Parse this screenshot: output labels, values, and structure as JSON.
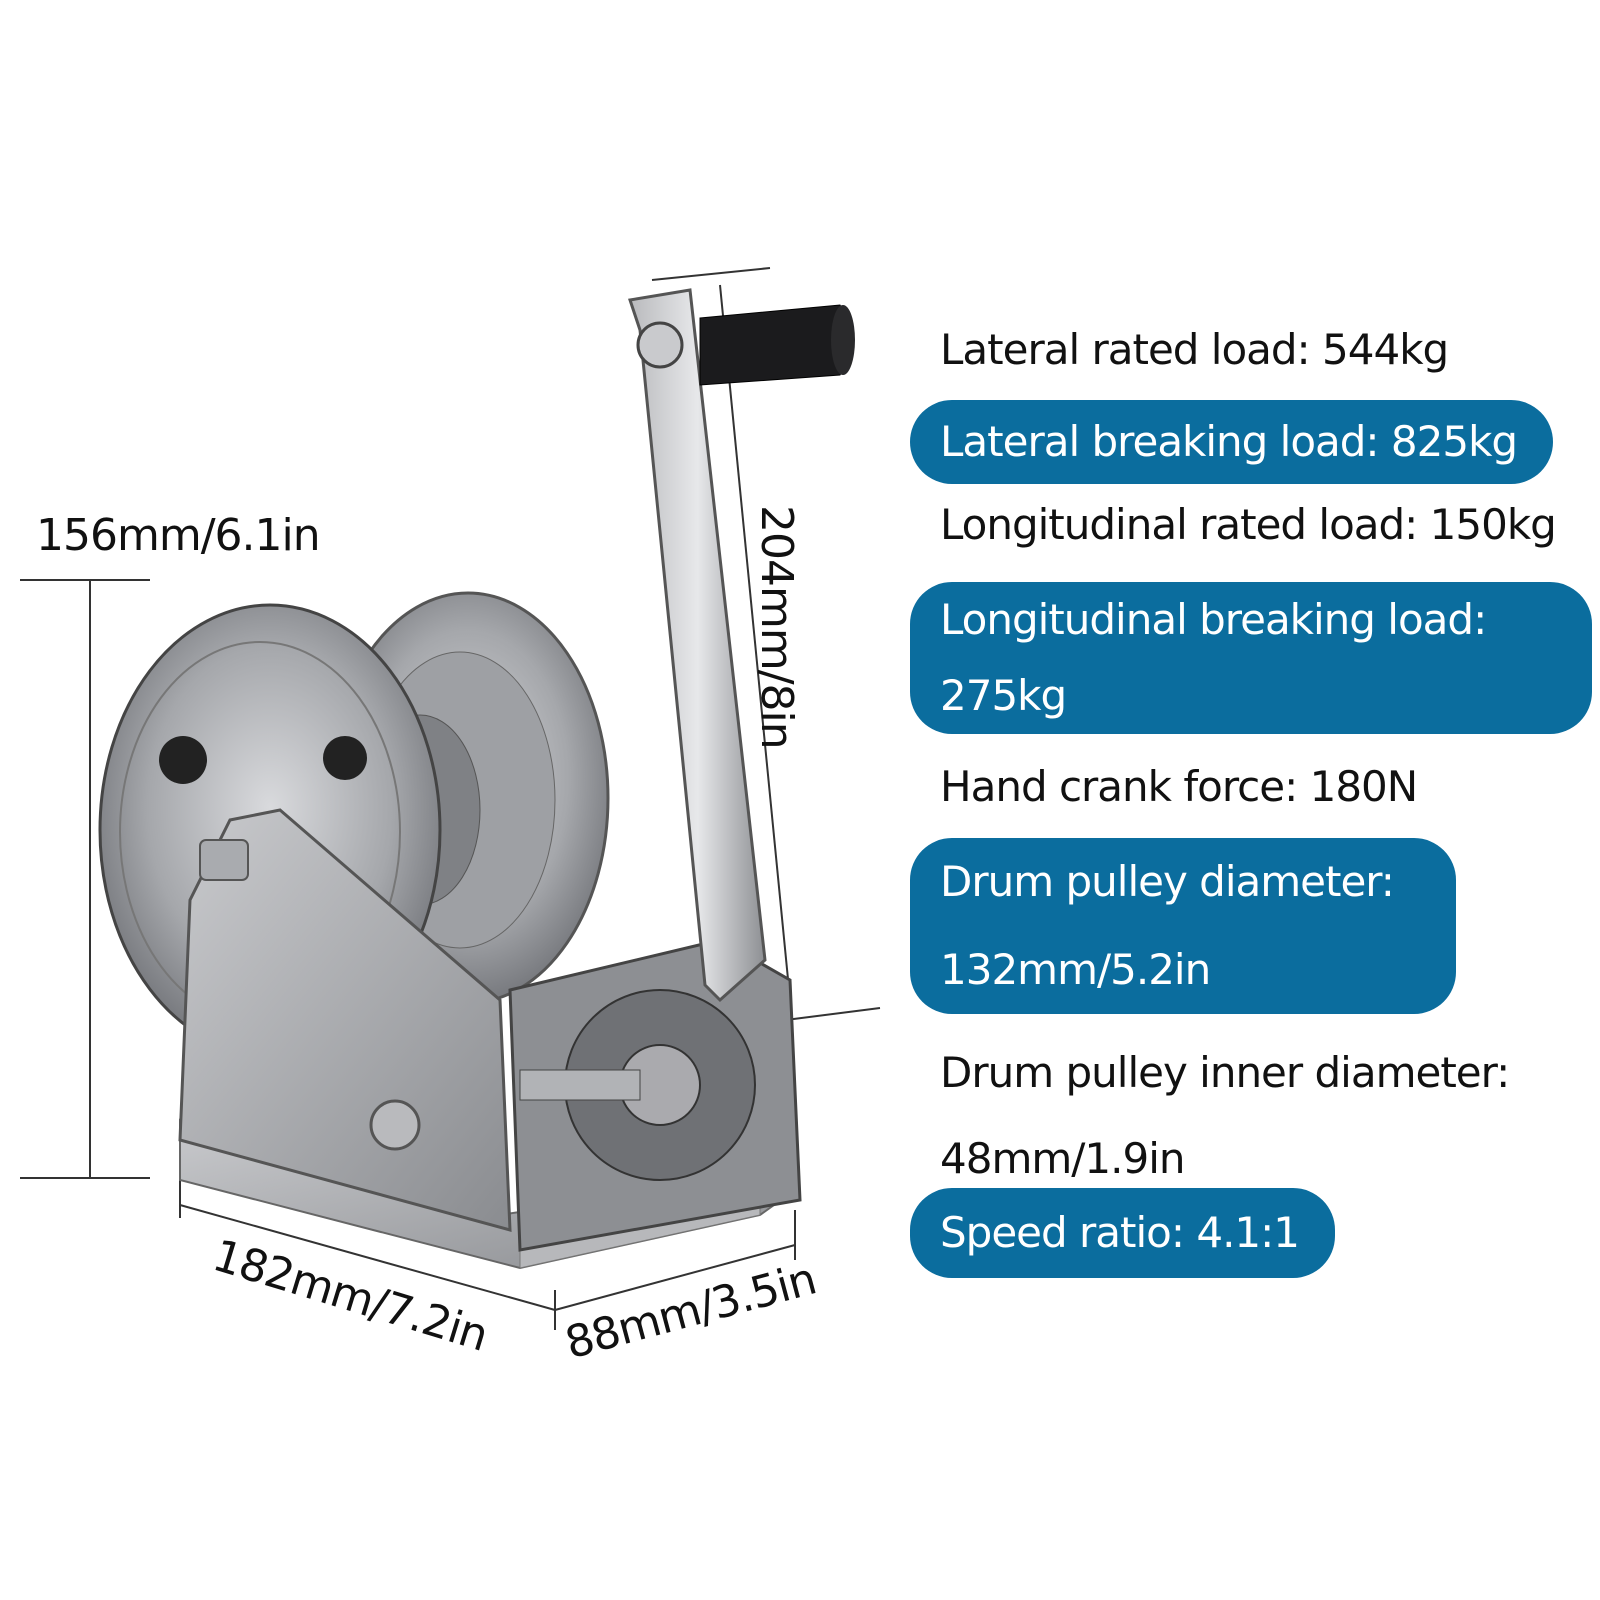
{
  "dimensions": {
    "height": "156mm/6.1in",
    "crank_length": "204mm/8in",
    "base_length": "182mm/7.2in",
    "base_width": "88mm/3.5in"
  },
  "specs": [
    {
      "label": "Lateral rated load: 544kg",
      "highlighted": false
    },
    {
      "label": "Lateral breaking load: 825kg",
      "highlighted": true
    },
    {
      "label": "Longitudinal rated load: 150kg",
      "highlighted": false
    },
    {
      "label": "Longitudinal breaking load:",
      "label2": "275kg",
      "highlighted": true
    },
    {
      "label": "Hand crank force: 180N",
      "highlighted": false
    },
    {
      "label": "Drum pulley diameter:",
      "label2": "132mm/5.2in",
      "highlighted": true
    },
    {
      "label": "Drum pulley inner diameter:",
      "label2": "48mm/1.9in",
      "highlighted": false
    },
    {
      "label": "Speed ratio: 4.1:1",
      "highlighted": true
    }
  ],
  "colors": {
    "highlight_bg": "#0b6d9e",
    "highlight_text": "#ffffff",
    "text": "#111111"
  }
}
